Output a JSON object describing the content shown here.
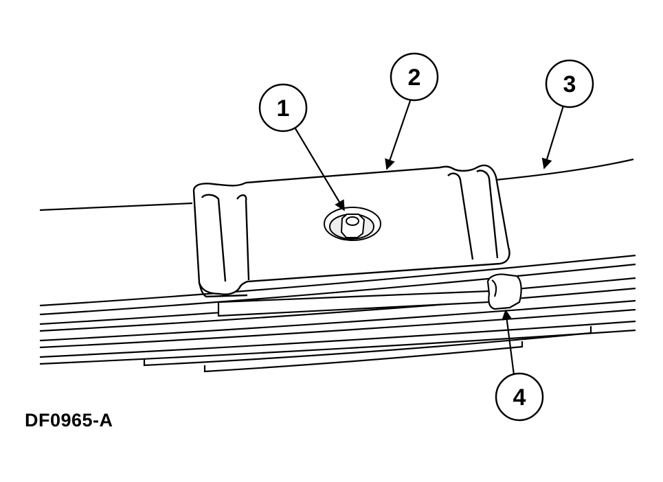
{
  "figure_id": "DF0965-A",
  "callouts": {
    "c1": "1",
    "c2": "2",
    "c3": "3",
    "c4": "4"
  },
  "colors": {
    "line": "#000000",
    "background": "#ffffff"
  }
}
